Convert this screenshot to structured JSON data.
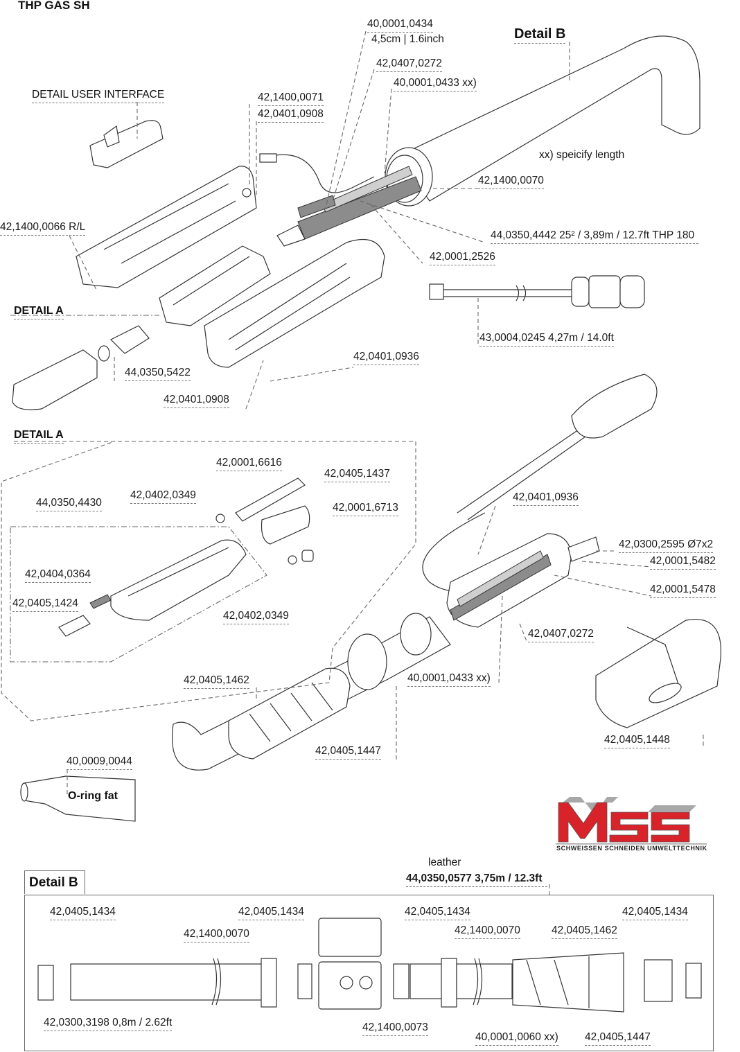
{
  "title": "THP GAS SH",
  "headers": {
    "detail_user_interface": "DETAIL USER INTERFACE",
    "detail_a_top": "DETAIL A",
    "detail_a_section": "DETAIL A",
    "detail_b_top": "Detail B",
    "detail_b_box": "Detail B"
  },
  "notes": {
    "specify_length": "xx) speicify length",
    "o_ring_fat": "O-ring fat",
    "leather": "leather"
  },
  "top_section": {
    "labels": [
      {
        "id": "p-40-0001-0434",
        "text": "40,0001,0434"
      },
      {
        "id": "p-length-45",
        "text": "4,5cm | 1.6inch"
      },
      {
        "id": "p-42-0407-0272-a",
        "text": "42,0407,0272"
      },
      {
        "id": "p-40-0001-0433-a",
        "text": "40,0001,0433 xx)"
      },
      {
        "id": "p-42-1400-0071",
        "text": "42,1400,0071"
      },
      {
        "id": "p-42-0401-0908-a",
        "text": "42,0401,0908"
      },
      {
        "id": "p-42-1400-0070-a",
        "text": "42,1400,0070"
      },
      {
        "id": "p-42-1400-0066",
        "text": "42,1400,0066 R/L"
      },
      {
        "id": "p-44-0350-4442",
        "text": "44,0350,4442   25² / 3,89m / 12.7ft      THP 180"
      },
      {
        "id": "p-42-0001-2526",
        "text": "42,0001,2526"
      },
      {
        "id": "p-43-0004-0245",
        "text": "43,0004,0245  4,27m / 14.0ft"
      },
      {
        "id": "p-42-0401-0936-a",
        "text": "42,0401,0936"
      },
      {
        "id": "p-44-0350-5422",
        "text": "44,0350,5422"
      },
      {
        "id": "p-42-0401-0908-b",
        "text": "42,0401,0908"
      }
    ]
  },
  "detail_a": {
    "labels": [
      {
        "id": "p-42-0001-6616",
        "text": "42,0001,6616"
      },
      {
        "id": "p-42-0405-1437",
        "text": "42,0405,1437"
      },
      {
        "id": "p-44-0350-4430",
        "text": "44,0350,4430"
      },
      {
        "id": "p-42-0402-0349-a",
        "text": "42,0402,0349"
      },
      {
        "id": "p-42-0001-6713",
        "text": "42,0001,6713"
      },
      {
        "id": "p-42-0404-0364",
        "text": "42,0404,0364"
      },
      {
        "id": "p-42-0405-1424",
        "text": "42,0405,1424"
      },
      {
        "id": "p-42-0402-0349-b",
        "text": "42,0402,0349"
      }
    ]
  },
  "middle_section": {
    "labels": [
      {
        "id": "p-42-0401-0936-b",
        "text": "42,0401,0936"
      },
      {
        "id": "p-42-0300-2595",
        "text": "42,0300,2595 Ø7x2"
      },
      {
        "id": "p-42-0001-5482",
        "text": "42,0001,5482"
      },
      {
        "id": "p-42-0001-5478",
        "text": "42,0001,5478"
      },
      {
        "id": "p-42-0407-0272-b",
        "text": "42,0407,0272"
      },
      {
        "id": "p-40-0001-0433-b",
        "text": "40,0001,0433 xx)"
      },
      {
        "id": "p-42-0405-1462-a",
        "text": "42,0405,1462"
      },
      {
        "id": "p-42-0405-1447-a",
        "text": "42,0405,1447"
      },
      {
        "id": "p-42-0405-1448",
        "text": "42,0405,1448"
      },
      {
        "id": "p-40-0009-0044",
        "text": "40,0009,0044"
      }
    ]
  },
  "detail_b": {
    "cable_label": "44,0350,0577  3,75m / 12.3ft",
    "labels": [
      {
        "id": "b-42-0405-1434-a",
        "text": "42,0405,1434"
      },
      {
        "id": "b-42-0405-1434-b",
        "text": "42,0405,1434"
      },
      {
        "id": "b-42-0405-1434-c",
        "text": "42,0405,1434"
      },
      {
        "id": "b-42-0405-1434-d",
        "text": "42,0405,1434"
      },
      {
        "id": "b-42-1400-0070-a",
        "text": "42,1400,0070"
      },
      {
        "id": "b-42-1400-0070-b",
        "text": "42,1400,0070"
      },
      {
        "id": "b-42-0405-1462",
        "text": "42,0405,1462"
      },
      {
        "id": "b-42-0300-3198",
        "text": "42,0300,3198  0,8m / 2.62ft"
      },
      {
        "id": "b-42-1400-0073",
        "text": "42,1400,0073"
      },
      {
        "id": "b-40-0001-0060",
        "text": "40,0001,0060  xx)"
      },
      {
        "id": "b-42-0405-1447",
        "text": "42,0405,1447"
      }
    ]
  },
  "logo": {
    "mark": "MSS",
    "tagline": "SCHWEISSEN SCHNEIDEN UMWELTTECHNIK",
    "colors": {
      "red": "#d8232a",
      "gray": "#a8a8a8"
    }
  }
}
